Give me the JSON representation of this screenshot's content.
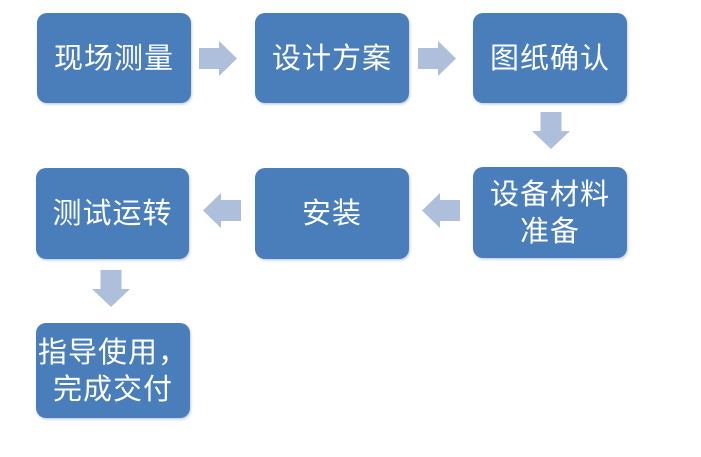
{
  "flowchart": {
    "colors": {
      "background": "#FFFFFF",
      "node_fill": "#4A7EBB",
      "node_text": "#FFFFFF",
      "arrow_fill": "#AEBFDC"
    },
    "nodes": [
      {
        "id": "step-1",
        "label": "现场测量"
      },
      {
        "id": "step-2",
        "label": "设计方案"
      },
      {
        "id": "step-3",
        "label": "图纸确认"
      },
      {
        "id": "step-4",
        "label": "设备材料\n准备"
      },
      {
        "id": "step-5",
        "label": "安装"
      },
      {
        "id": "step-6",
        "label": "测试运转"
      },
      {
        "id": "step-7",
        "label": "指导使用，\n完成交付"
      }
    ],
    "connections": [
      {
        "from": "step-1",
        "to": "step-2",
        "direction": "right"
      },
      {
        "from": "step-2",
        "to": "step-3",
        "direction": "right"
      },
      {
        "from": "step-3",
        "to": "step-4",
        "direction": "down"
      },
      {
        "from": "step-4",
        "to": "step-5",
        "direction": "left"
      },
      {
        "from": "step-5",
        "to": "step-6",
        "direction": "left"
      },
      {
        "from": "step-6",
        "to": "step-7",
        "direction": "down"
      }
    ]
  }
}
